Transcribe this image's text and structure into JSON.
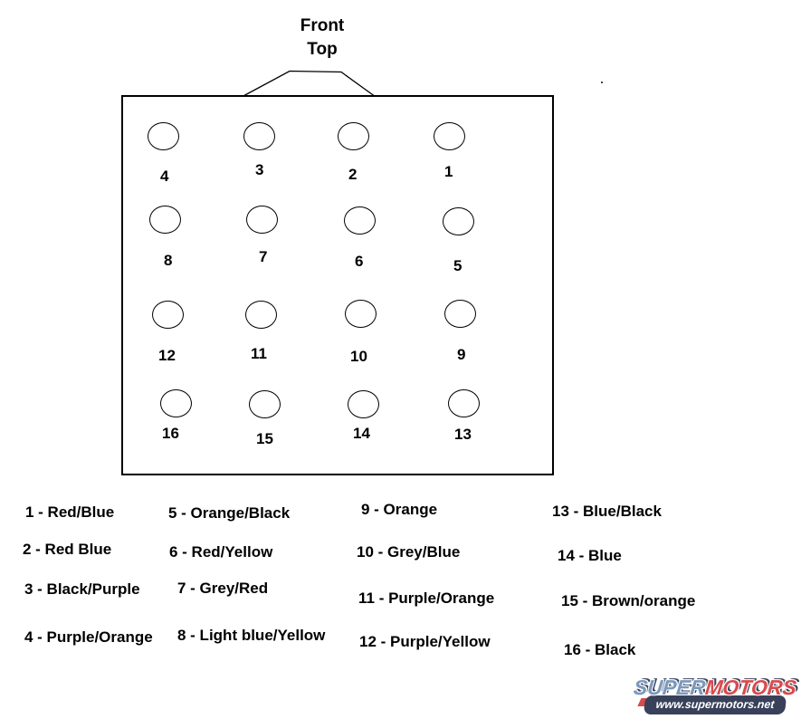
{
  "header": {
    "line1": "Front",
    "line2": "Top"
  },
  "pins": {
    "p1": "1",
    "p2": "2",
    "p3": "3",
    "p4": "4",
    "p5": "5",
    "p6": "6",
    "p7": "7",
    "p8": "8",
    "p9": "9",
    "p10": "10",
    "p11": "11",
    "p12": "12",
    "p13": "13",
    "p14": "14",
    "p15": "15",
    "p16": "16"
  },
  "pin_layout": {
    "rows": [
      [
        "4",
        "3",
        "2",
        "1"
      ],
      [
        "8",
        "7",
        "6",
        "5"
      ],
      [
        "12",
        "11",
        "10",
        "9"
      ],
      [
        "16",
        "15",
        "14",
        "13"
      ]
    ]
  },
  "legend": {
    "columns": [
      {
        "items": [
          "1 - Red/Blue",
          "2 - Red Blue",
          "3 - Black/Purple",
          "4 - Purple/Orange"
        ]
      },
      {
        "items": [
          "5 - Orange/Black",
          "6 - Red/Yellow",
          "7 - Grey/Red",
          "8 - Light blue/Yellow"
        ]
      },
      {
        "items": [
          "9 - Orange",
          "10 - Grey/Blue",
          "11 - Purple/Orange",
          "12 - Purple/Yellow"
        ]
      },
      {
        "items": [
          "13 - Blue/Black",
          "14 - Blue",
          "15 - Brown/orange",
          "16 - Black"
        ]
      }
    ]
  },
  "watermark": {
    "super": "SUPER",
    "motors": "MOTORS",
    "url": "www.supermotors.net",
    "colors": {
      "super": "#7b99bd",
      "motors": "#d94a4d",
      "bar": "#39415a",
      "outline": "#ffffff"
    }
  }
}
